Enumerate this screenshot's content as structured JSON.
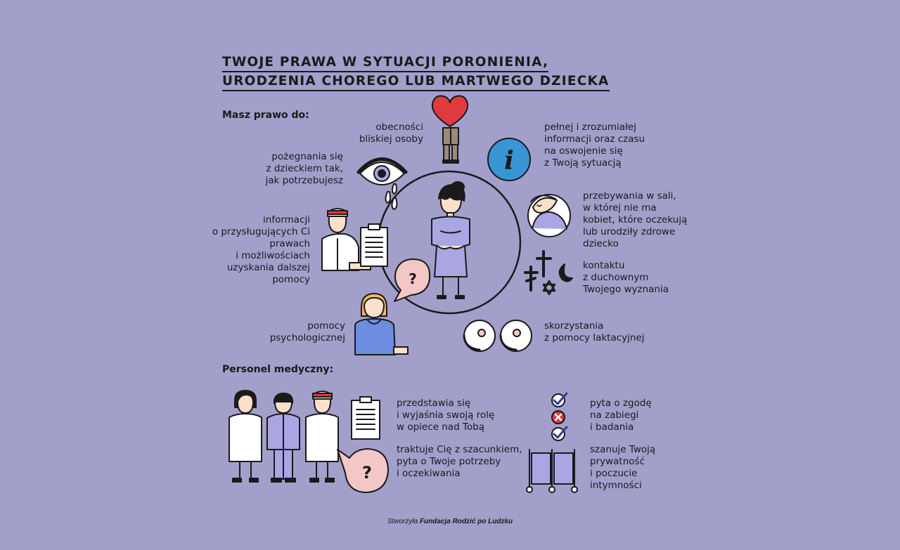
{
  "title": {
    "line1": "TWOJE PRAWA W SYTUACJI PORONIENIA,",
    "line2": "URODZENIA CHOREGO LUB MARTWEGO DZIECKA"
  },
  "rights": {
    "heading": "Masz prawo do:",
    "items": [
      {
        "id": "presence",
        "lines": [
          "obecności",
          "bliskiej osoby"
        ],
        "icon": "heart-person-icon"
      },
      {
        "id": "information",
        "lines": [
          "pełnej i zrozumiałej",
          "informacji oraz czasu",
          "na oswojenie się",
          "z Twoją sytuacją"
        ],
        "icon": "info-icon"
      },
      {
        "id": "farewell",
        "lines": [
          "pożegnania się",
          "z dzieckiem tak,",
          "jak potrzebujesz"
        ],
        "icon": "crying-eye-icon"
      },
      {
        "id": "separate-room",
        "lines": [
          "przebywania w sali,",
          "w której nie ma",
          "kobiet, które oczekują",
          "lub urodziły zdrowe",
          "dziecko"
        ],
        "icon": "sleeping-woman-icon"
      },
      {
        "id": "info-rights",
        "lines": [
          "informacji",
          "o przysługujących Ci",
          "prawach",
          "i możliwościach",
          "uzyskania dalszej",
          "pomocy"
        ],
        "icon": "nurse-clipboard-icon"
      },
      {
        "id": "chaplain",
        "lines": [
          "kontaktu",
          "z duchownym",
          "Twojego wyznania"
        ],
        "icon": "religious-symbols-icon"
      },
      {
        "id": "psych",
        "lines": [
          "pomocy",
          "psychologicznej"
        ],
        "icon": "psychologist-icon"
      },
      {
        "id": "lactation",
        "lines": [
          "skorzystania",
          "z pomocy laktacyjnej"
        ],
        "icon": "breasts-icon"
      }
    ]
  },
  "staff": {
    "heading": "Personel medyczny:",
    "items": [
      {
        "id": "introduce",
        "lines": [
          "przedstawia się",
          "i wyjaśnia swoją rolę",
          "w opiece nad Tobą"
        ],
        "icon": "clipboard-icon"
      },
      {
        "id": "consent",
        "lines": [
          "pyta o zgodę",
          "na zabiegi",
          "i badania"
        ],
        "icon": "checkmarks-icon"
      },
      {
        "id": "respect",
        "lines": [
          "traktuje Cię z szacunkiem,",
          "pyta o Twoje potrzeby",
          "i oczekiwania"
        ],
        "icon": "question-bubble-icon"
      },
      {
        "id": "privacy",
        "lines": [
          "szanuje Twoją",
          "prywatność",
          "i poczucie",
          "intymności"
        ],
        "icon": "screen-icon"
      }
    ]
  },
  "footer": {
    "prefix": "Stworzyła ",
    "org": "Fundacja Rodzić po Ludzku"
  },
  "colors": {
    "background": "#a29fcb",
    "heart": "#e03a3e",
    "info": "#3a95d4",
    "dress": "#a9a6e3",
    "pink": "#f3c7c5",
    "skin": "#fde0cc"
  }
}
